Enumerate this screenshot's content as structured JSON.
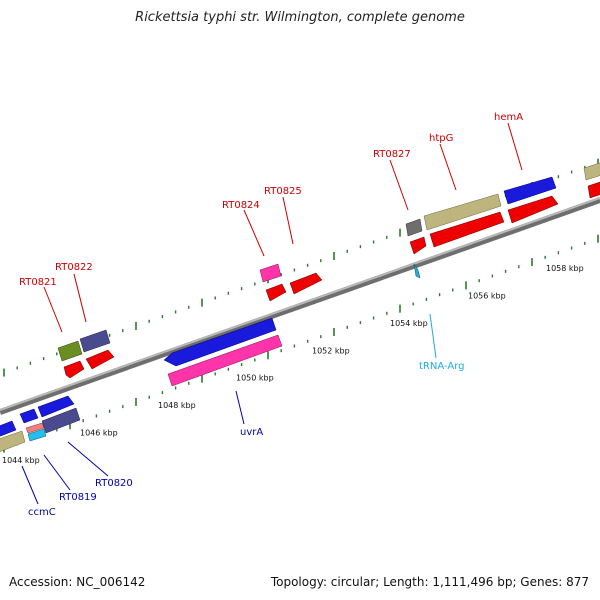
{
  "title": "Rickettsia typhi str. Wilmington, complete genome",
  "footer": {
    "accession": "Accession: NC_006142",
    "stats": "Topology: circular; Length: 1,111,496 bp; Genes: 877"
  },
  "colors": {
    "backbone": "#8c8c8c",
    "tick": "#2a7a2a",
    "label_red": "#cc0000",
    "label_blue": "#0000aa",
    "label_cyan": "#22aadd"
  },
  "ticks": [
    {
      "label": "1044 kbp"
    },
    {
      "label": "1046 kbp"
    },
    {
      "label": "1048 kbp"
    },
    {
      "label": "1050 kbp"
    },
    {
      "label": "1052 kbp"
    },
    {
      "label": "1054 kbp"
    },
    {
      "label": "1056 kbp"
    },
    {
      "label": "1058 kbp"
    }
  ],
  "genes": [
    {
      "name": "RT0821"
    },
    {
      "name": "RT0822"
    },
    {
      "name": "RT0824"
    },
    {
      "name": "RT0825"
    },
    {
      "name": "RT0827"
    },
    {
      "name": "htpG"
    },
    {
      "name": "hemA"
    },
    {
      "name": "uvrA"
    },
    {
      "name": "tRNA-Arg"
    },
    {
      "name": "RT0820"
    },
    {
      "name": "RT0819"
    },
    {
      "name": "ccmC"
    }
  ]
}
